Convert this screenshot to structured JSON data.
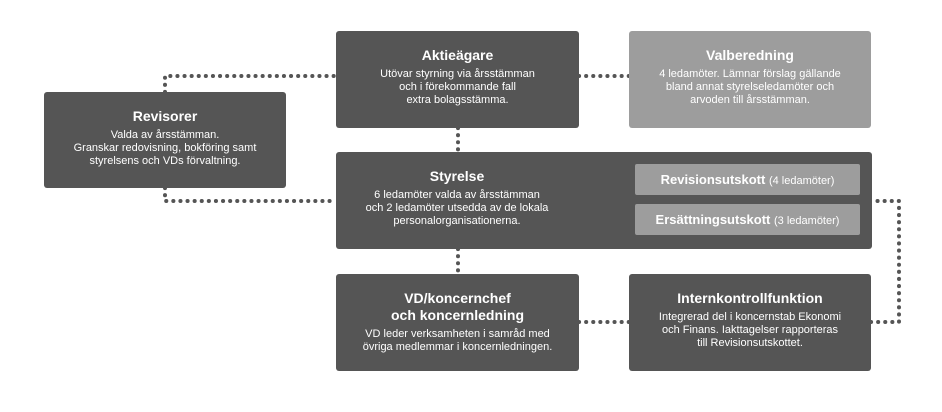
{
  "colors": {
    "dark_box": "#555555",
    "light_box": "#9d9d9d",
    "connector": "#555555",
    "text": "#ffffff"
  },
  "nodes": {
    "aktieagare": {
      "title": "Aktieägare",
      "desc": "Utövar styrning via årsstämman\noch i förekommande fall\nextra bolagsstämma."
    },
    "valberedning": {
      "title": "Valberedning",
      "desc": "4 ledamöter. Lämnar förslag gällande\nbland annat styrelseledamöter och\narvoden till årsstämman."
    },
    "revisorer": {
      "title": "Revisorer",
      "desc": "Valda av årsstämman.\nGranskar redovisning, bokföring samt\nstyrelsens och VDs förvaltning."
    },
    "styrelse": {
      "title": "Styrelse",
      "desc": "6 ledamöter valda av årsstämman\noch 2 ledamöter utsedda av de lokala\npersonalorganisationerna.",
      "committees": [
        {
          "name": "Revisionsutskott",
          "count": "(4 ledamöter)"
        },
        {
          "name": "Ersättningsutskott",
          "count": "(3 ledamöter)"
        }
      ]
    },
    "vd": {
      "title": "VD/koncernchef\noch koncernledning",
      "desc": "VD leder verksamheten i samråd med\növriga medlemmar i koncernledningen."
    },
    "internkontroll": {
      "title": "Internkontrollfunktion",
      "desc": "Integrerad del i koncernstab Ekonomi\noch Finans. Iakttagelser rapporteras\ntill Revisionsutskottet."
    }
  }
}
